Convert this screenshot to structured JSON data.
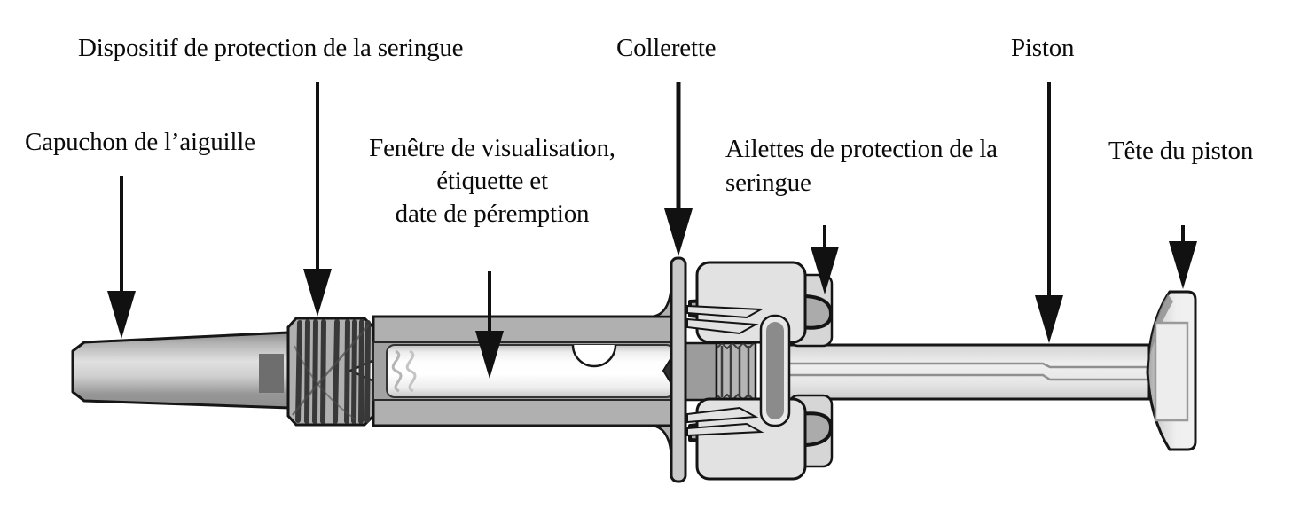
{
  "diagram": {
    "background": "#ffffff",
    "ink": "#161616",
    "colors": {
      "body_gray": "#b0b0b0",
      "light_gray": "#e2e2e2",
      "dark_gray": "#6e6e6e",
      "spring_coil": "#383838",
      "white": "#ffffff"
    },
    "labels": {
      "syringe_guard": "Dispositif de protection de la seringue",
      "flange": "Collerette",
      "plunger": "Piston",
      "needle_cap": "Capuchon de l’aiguille",
      "window": "Fenêtre de visualisation,\nétiquette et\ndate de péremption",
      "wings": "Ailettes de protection de la\nseringue",
      "plunger_head": "Tête du piston"
    }
  }
}
